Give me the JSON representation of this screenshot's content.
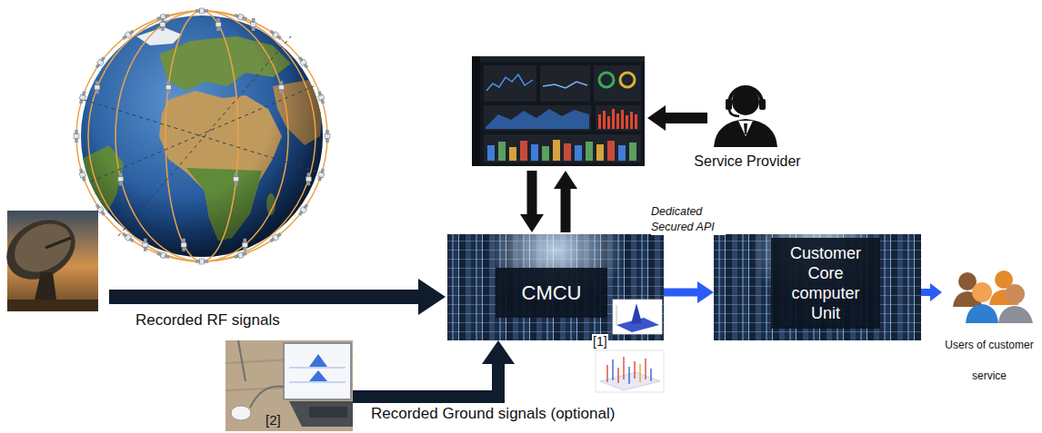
{
  "diagram": {
    "nodes": [
      {
        "text": [
          "Service Provider"
        ]
      },
      {
        "text": [
          "CMCU"
        ]
      },
      {
        "text": [
          "Customer Core computer Unit"
        ]
      },
      {
        "text": [
          "Users of customer service"
        ]
      },
      {
        "text": [
          "[2]"
        ]
      }
    ],
    "edges": [
      {
        "from": 1,
        "to": 2,
        "arrow": "to",
        "label": "Dedicated Secured API"
      },
      {
        "from": 2,
        "to": 3,
        "arrow": "to"
      },
      {
        "from": 4,
        "to": 1,
        "arrow": "to",
        "label": "Recorded Ground signals (optional)"
      }
    ],
    "labels": [
      "Recorded RF signals",
      "[1]"
    ]
  }
}
